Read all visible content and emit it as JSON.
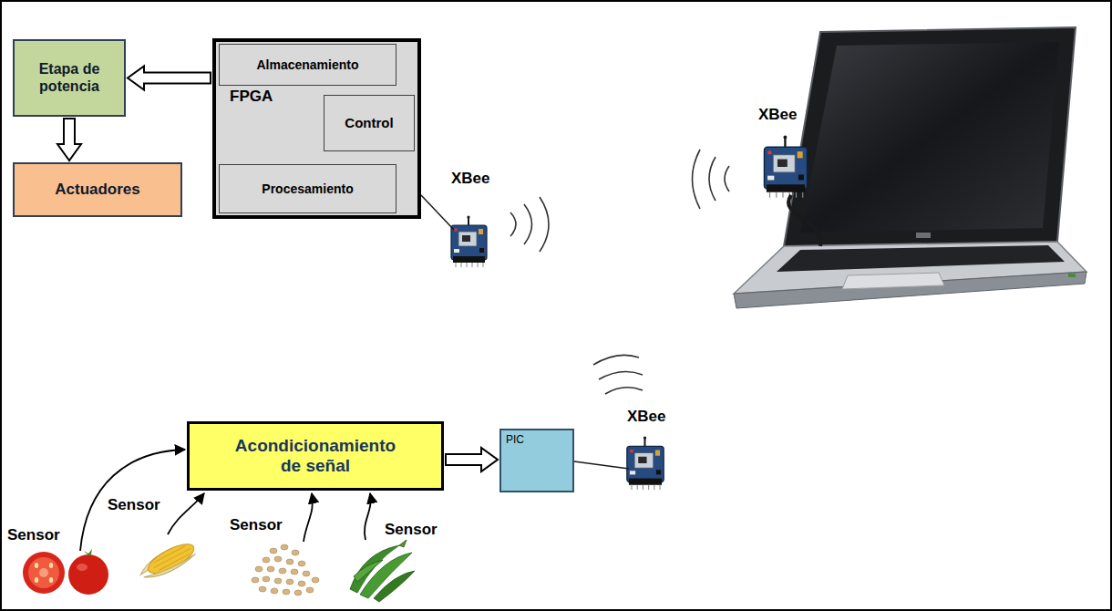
{
  "diagram": {
    "nodes": [
      {
        "text": [
          "Etapa de potencia"
        ]
      },
      {
        "text": [
          "Actuadores"
        ]
      },
      {
        "text": [
          "FPGA"
        ]
      },
      {
        "text": [
          "Almacenamiento"
        ],
        "in": 2
      },
      {
        "text": [
          "Control"
        ],
        "in": 2
      },
      {
        "text": [
          "Procesamiento"
        ],
        "in": 2
      },
      {
        "text": [
          "Acondicionamiento de señal"
        ]
      },
      {
        "text": [
          "PIC"
        ]
      }
    ],
    "edges": [
      {
        "from": 2,
        "to": 0,
        "arrow": "to"
      },
      {
        "from": 0,
        "to": 1,
        "arrow": "to"
      },
      {
        "from": 6,
        "to": 7,
        "arrow": "to"
      }
    ],
    "labels": [
      "XBee",
      "XBee",
      "XBee",
      "Sensor",
      "Sensor",
      "Sensor",
      "Sensor"
    ]
  }
}
